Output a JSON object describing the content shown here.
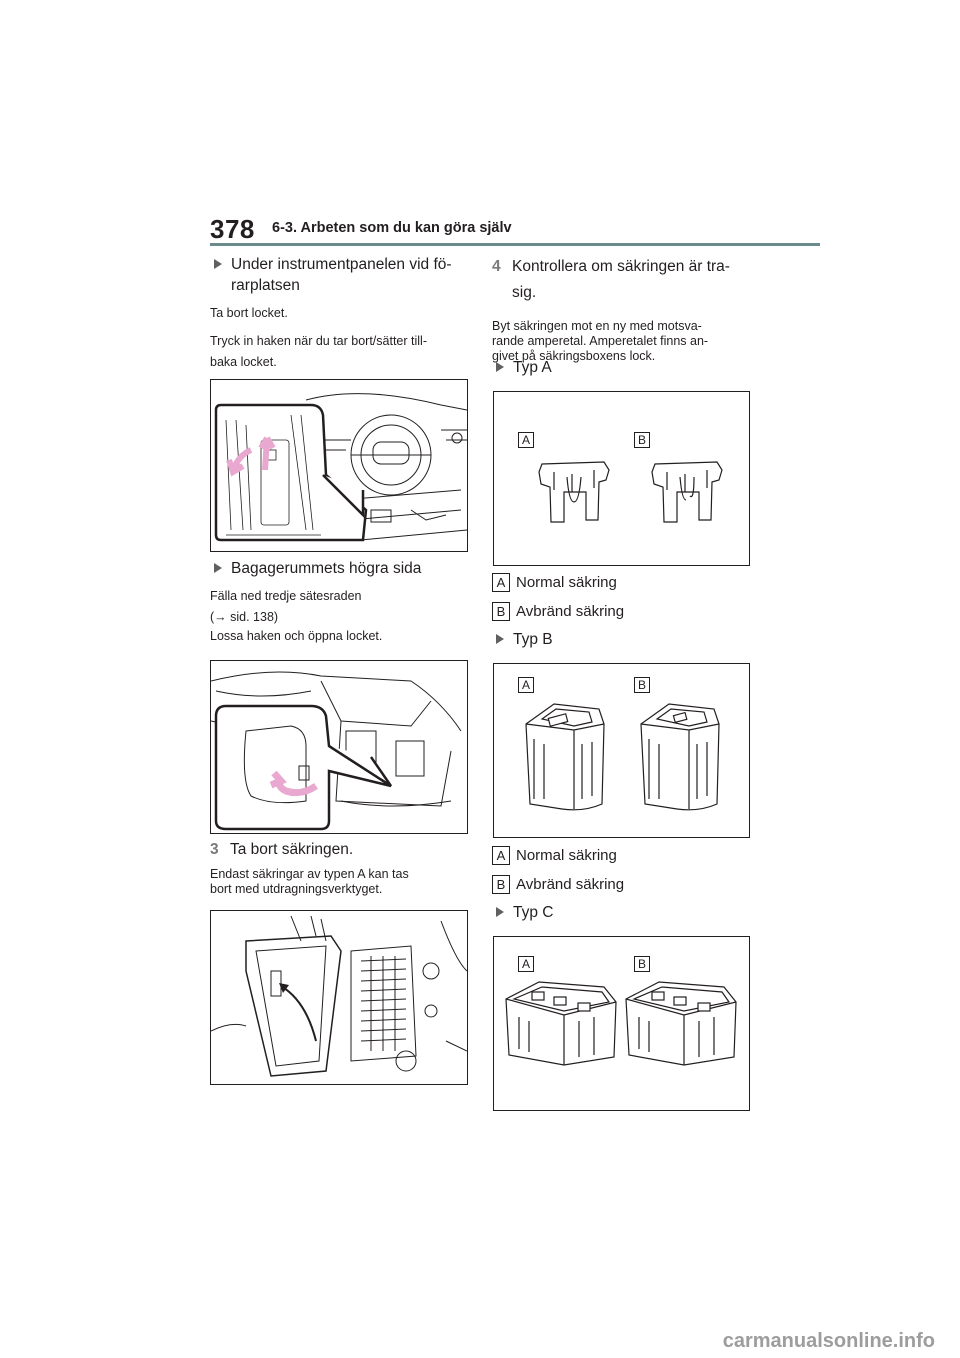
{
  "header": {
    "page_number": "378",
    "chapter": "6-3. Arbeten som du kan göra själv"
  },
  "left": {
    "section1": {
      "title_line1": "Under instrumentpanelen vid fö-",
      "title_line2": "rarplatsen",
      "p1": "Ta bort locket.",
      "p2_line1": "Tryck in haken när du tar bort/sätter till-",
      "p2_line2": "baka locket."
    },
    "section2": {
      "title": "Bagagerummets högra sida",
      "p1": "Fälla ned tredje sätesraden",
      "p1_ref": "(→ sid. 138)",
      "p2": "Lossa haken och öppna locket."
    },
    "step3": {
      "number": "3",
      "title": "Ta bort säkringen.",
      "p_line1": "Endast säkringar av typen A kan tas",
      "p_line2": "bort med utdragningsverktyget."
    }
  },
  "right": {
    "step4": {
      "number": "4",
      "title_line1": "Kontrollera om säkringen är tra-",
      "title_line2": "sig.",
      "p_line1": "Byt säkringen mot en ny med motsva-",
      "p_line2": "rande amperetal. Amperetalet finns an-",
      "p_line3": "givet på säkringsboxens lock."
    },
    "typeA": {
      "title": "Typ A",
      "label_a": "A",
      "label_b": "B",
      "legend_a": "Normal säkring",
      "legend_b": "Avbränd säkring"
    },
    "typeB": {
      "title": "Typ B",
      "label_a": "A",
      "label_b": "B",
      "legend_a": "Normal säkring",
      "legend_b": "Avbränd säkring"
    },
    "typeC": {
      "title": "Typ C",
      "label_a": "A",
      "label_b": "B"
    }
  },
  "watermark": "carmanualsonline.info",
  "colors": {
    "rule": "#6b8a8c",
    "arrow": "#e9a8d0",
    "text": "#231f20"
  }
}
